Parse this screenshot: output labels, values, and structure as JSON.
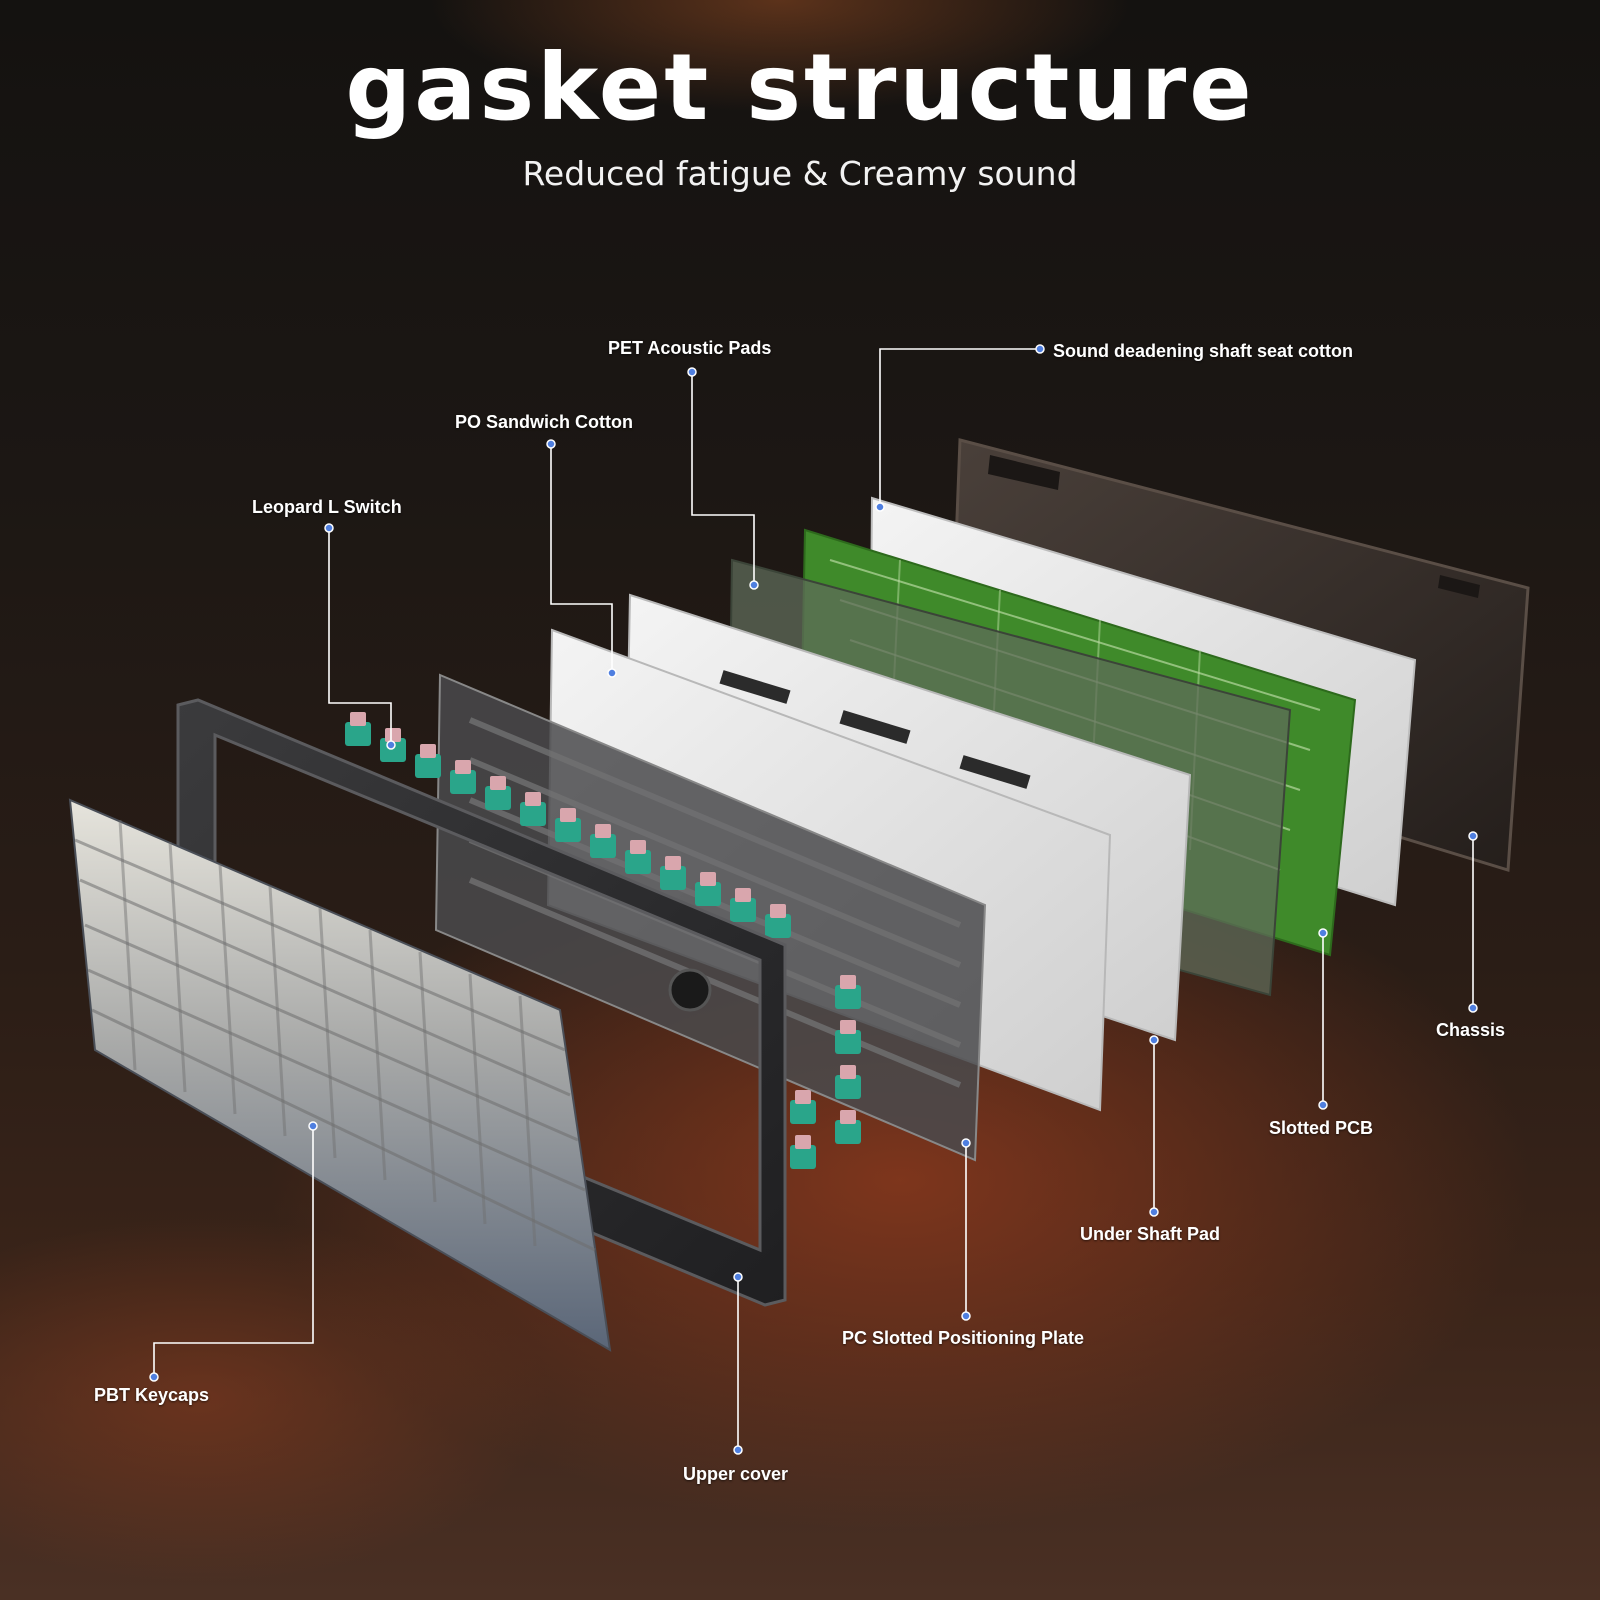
{
  "header": {
    "title": "gasket structure",
    "subtitle": "Reduced fatigue & Creamy sound"
  },
  "callouts": {
    "pet_acoustic_pads": "PET Acoustic Pads",
    "sound_deadening_cotton": "Sound deadening shaft seat cotton",
    "po_sandwich_cotton": "PO Sandwich Cotton",
    "leopard_switch": "Leopard L Switch",
    "chassis": "Chassis",
    "slotted_pcb": "Slotted PCB",
    "under_shaft_pad": "Under Shaft Pad",
    "pc_plate": "PC Slotted Positioning Plate",
    "pbt_keycaps": "PBT Keycaps",
    "upper_cover": "Upper cover"
  },
  "colors": {
    "callout_line": "#ffffff",
    "callout_dot": "#4f7fe0",
    "pcb": "#3f8a2a",
    "chassis": "#3a322d",
    "switch_stem": "#d9a6ad",
    "switch_base": "#2aa58a"
  }
}
